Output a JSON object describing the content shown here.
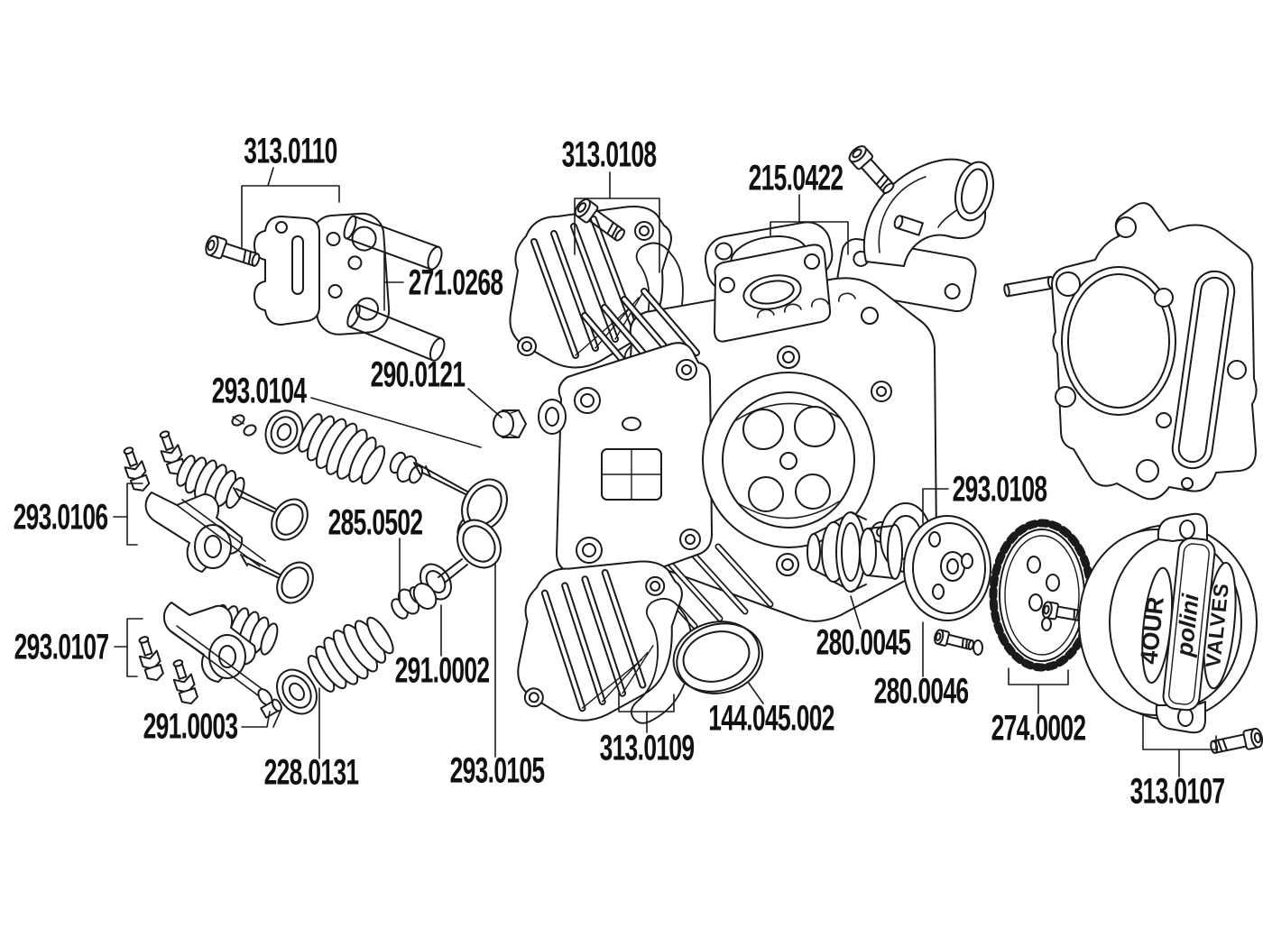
{
  "diagram": {
    "kind": "exploded-parts-diagram",
    "subject": "4-valve cylinder head kit",
    "background_color": "#ffffff",
    "line_color": "#1a1a1a",
    "text_color": "#111111"
  },
  "cover_text": {
    "left": "4OUR",
    "brand": "polini",
    "right": "VALVES"
  },
  "labels": [
    {
      "text": "313.0110"
    },
    {
      "text": "313.0108"
    },
    {
      "text": "215.0422"
    },
    {
      "text": "271.0268"
    },
    {
      "text": "290.0121"
    },
    {
      "text": "293.0104"
    },
    {
      "text": "293.0106"
    },
    {
      "text": "285.0502"
    },
    {
      "text": "293.0107"
    },
    {
      "text": "291.0002"
    },
    {
      "text": "291.0003"
    },
    {
      "text": "228.0131"
    },
    {
      "text": "293.0105"
    },
    {
      "text": "313.0109"
    },
    {
      "text": "144.045.002"
    },
    {
      "text": "280.0045"
    },
    {
      "text": "280.0046"
    },
    {
      "text": "293.0108"
    },
    {
      "text": "274.0002"
    },
    {
      "text": "313.0107"
    }
  ]
}
